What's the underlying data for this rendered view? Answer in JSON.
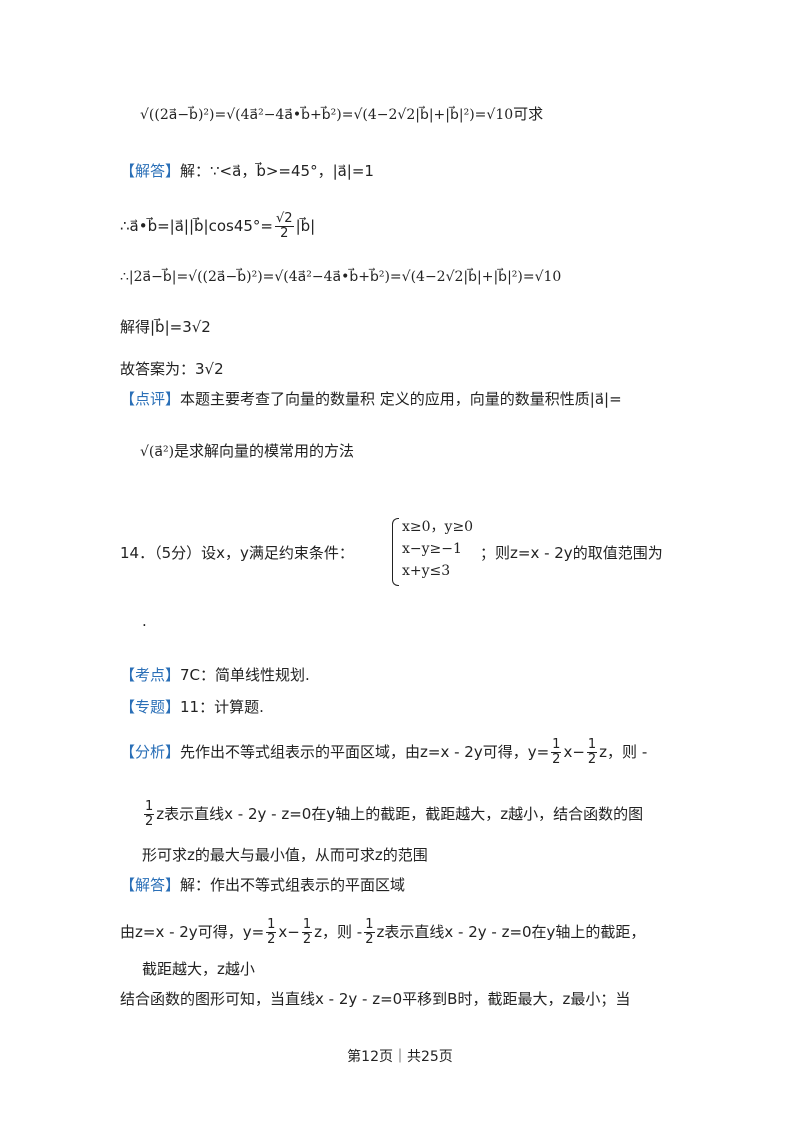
{
  "l1": {
    "math": "√((2a⃗−b⃗)²)=√(4a⃗²−4a⃗•b⃗+b⃗²)=√(4−2√2|b⃗|+|b⃗|²)=√10",
    "tail": "可求"
  },
  "l2": {
    "tag": "【解答】",
    "text": "解：∵<a⃗，b⃗>=45°，|a⃗|=1"
  },
  "l3": {
    "text": "∴a⃗•b⃗=|a⃗||b⃗|cos45°=",
    "num": "√2",
    "den": "2",
    "tail": "|b⃗|"
  },
  "l4": {
    "text": "∴|2a⃗−b⃗|=√((2a⃗−b⃗)²)=√(4a⃗²−4a⃗•b⃗+b⃗²)=√(4−2√2|b⃗|+|b⃗|²)=√10"
  },
  "l5": {
    "text": "解得|b⃗|=3√2"
  },
  "l6": {
    "text": "故答案为：3√2"
  },
  "l7": {
    "tag": "【点评】",
    "text": "本题主要考查了向量的数量积 定义的应用，向量的数量积性质|a⃗|="
  },
  "l8": {
    "math": "√(a⃗²)",
    "text": "是求解向量的模常用的方法"
  },
  "q14": {
    "prefix": "14．（5分）设x，y满足约束条件：",
    "c1": "x≥0，y≥0",
    "c2": "x−y≥−1",
    "c3": "x+y≤3",
    "suffix": "；则z=x - 2y的取值范围为"
  },
  "blank": ".",
  "kd": {
    "tag": "【考点】",
    "text": "7C：简单线性规划."
  },
  "zt": {
    "tag": "【专题】",
    "text": "11：计算题."
  },
  "fx": {
    "tag": "【分析】",
    "text1": "先作出不等式组表示的平面区域，由z=x - 2y可得，y=",
    "f1n": "1",
    "f1d": "2",
    "mid1": "x−",
    "f2n": "1",
    "f2d": "2",
    "end1": "z，则 -",
    "f3n": "1",
    "f3d": "2",
    "text2": "z表示直线x - 2y - z=0在y轴上的截距，截距越大，z越小，结合函数的图",
    "text3": "形可求z的最大与最小值，从而可求z的范围"
  },
  "jd": {
    "tag": "【解答】",
    "text1": "解：作出不等式组表示的平面区域",
    "text2a": "由z=x - 2y可得，y=",
    "f1n": "1",
    "f1d": "2",
    "mid": "x−",
    "f2n": "1",
    "f2d": "2",
    "mid2": "z，则 -",
    "f3n": "1",
    "f3d": "2",
    "text2b": "z表示直线x - 2y - z=0在y轴上的截距，",
    "text3": "截距越大，z越小",
    "text4": "结合函数的图形可知，当直线x - 2y - z=0平移到B时，截距最大，z最小；当"
  },
  "footer": "第12页｜共25页",
  "colors": {
    "accent": "#2a6fb7",
    "text": "#222222"
  }
}
